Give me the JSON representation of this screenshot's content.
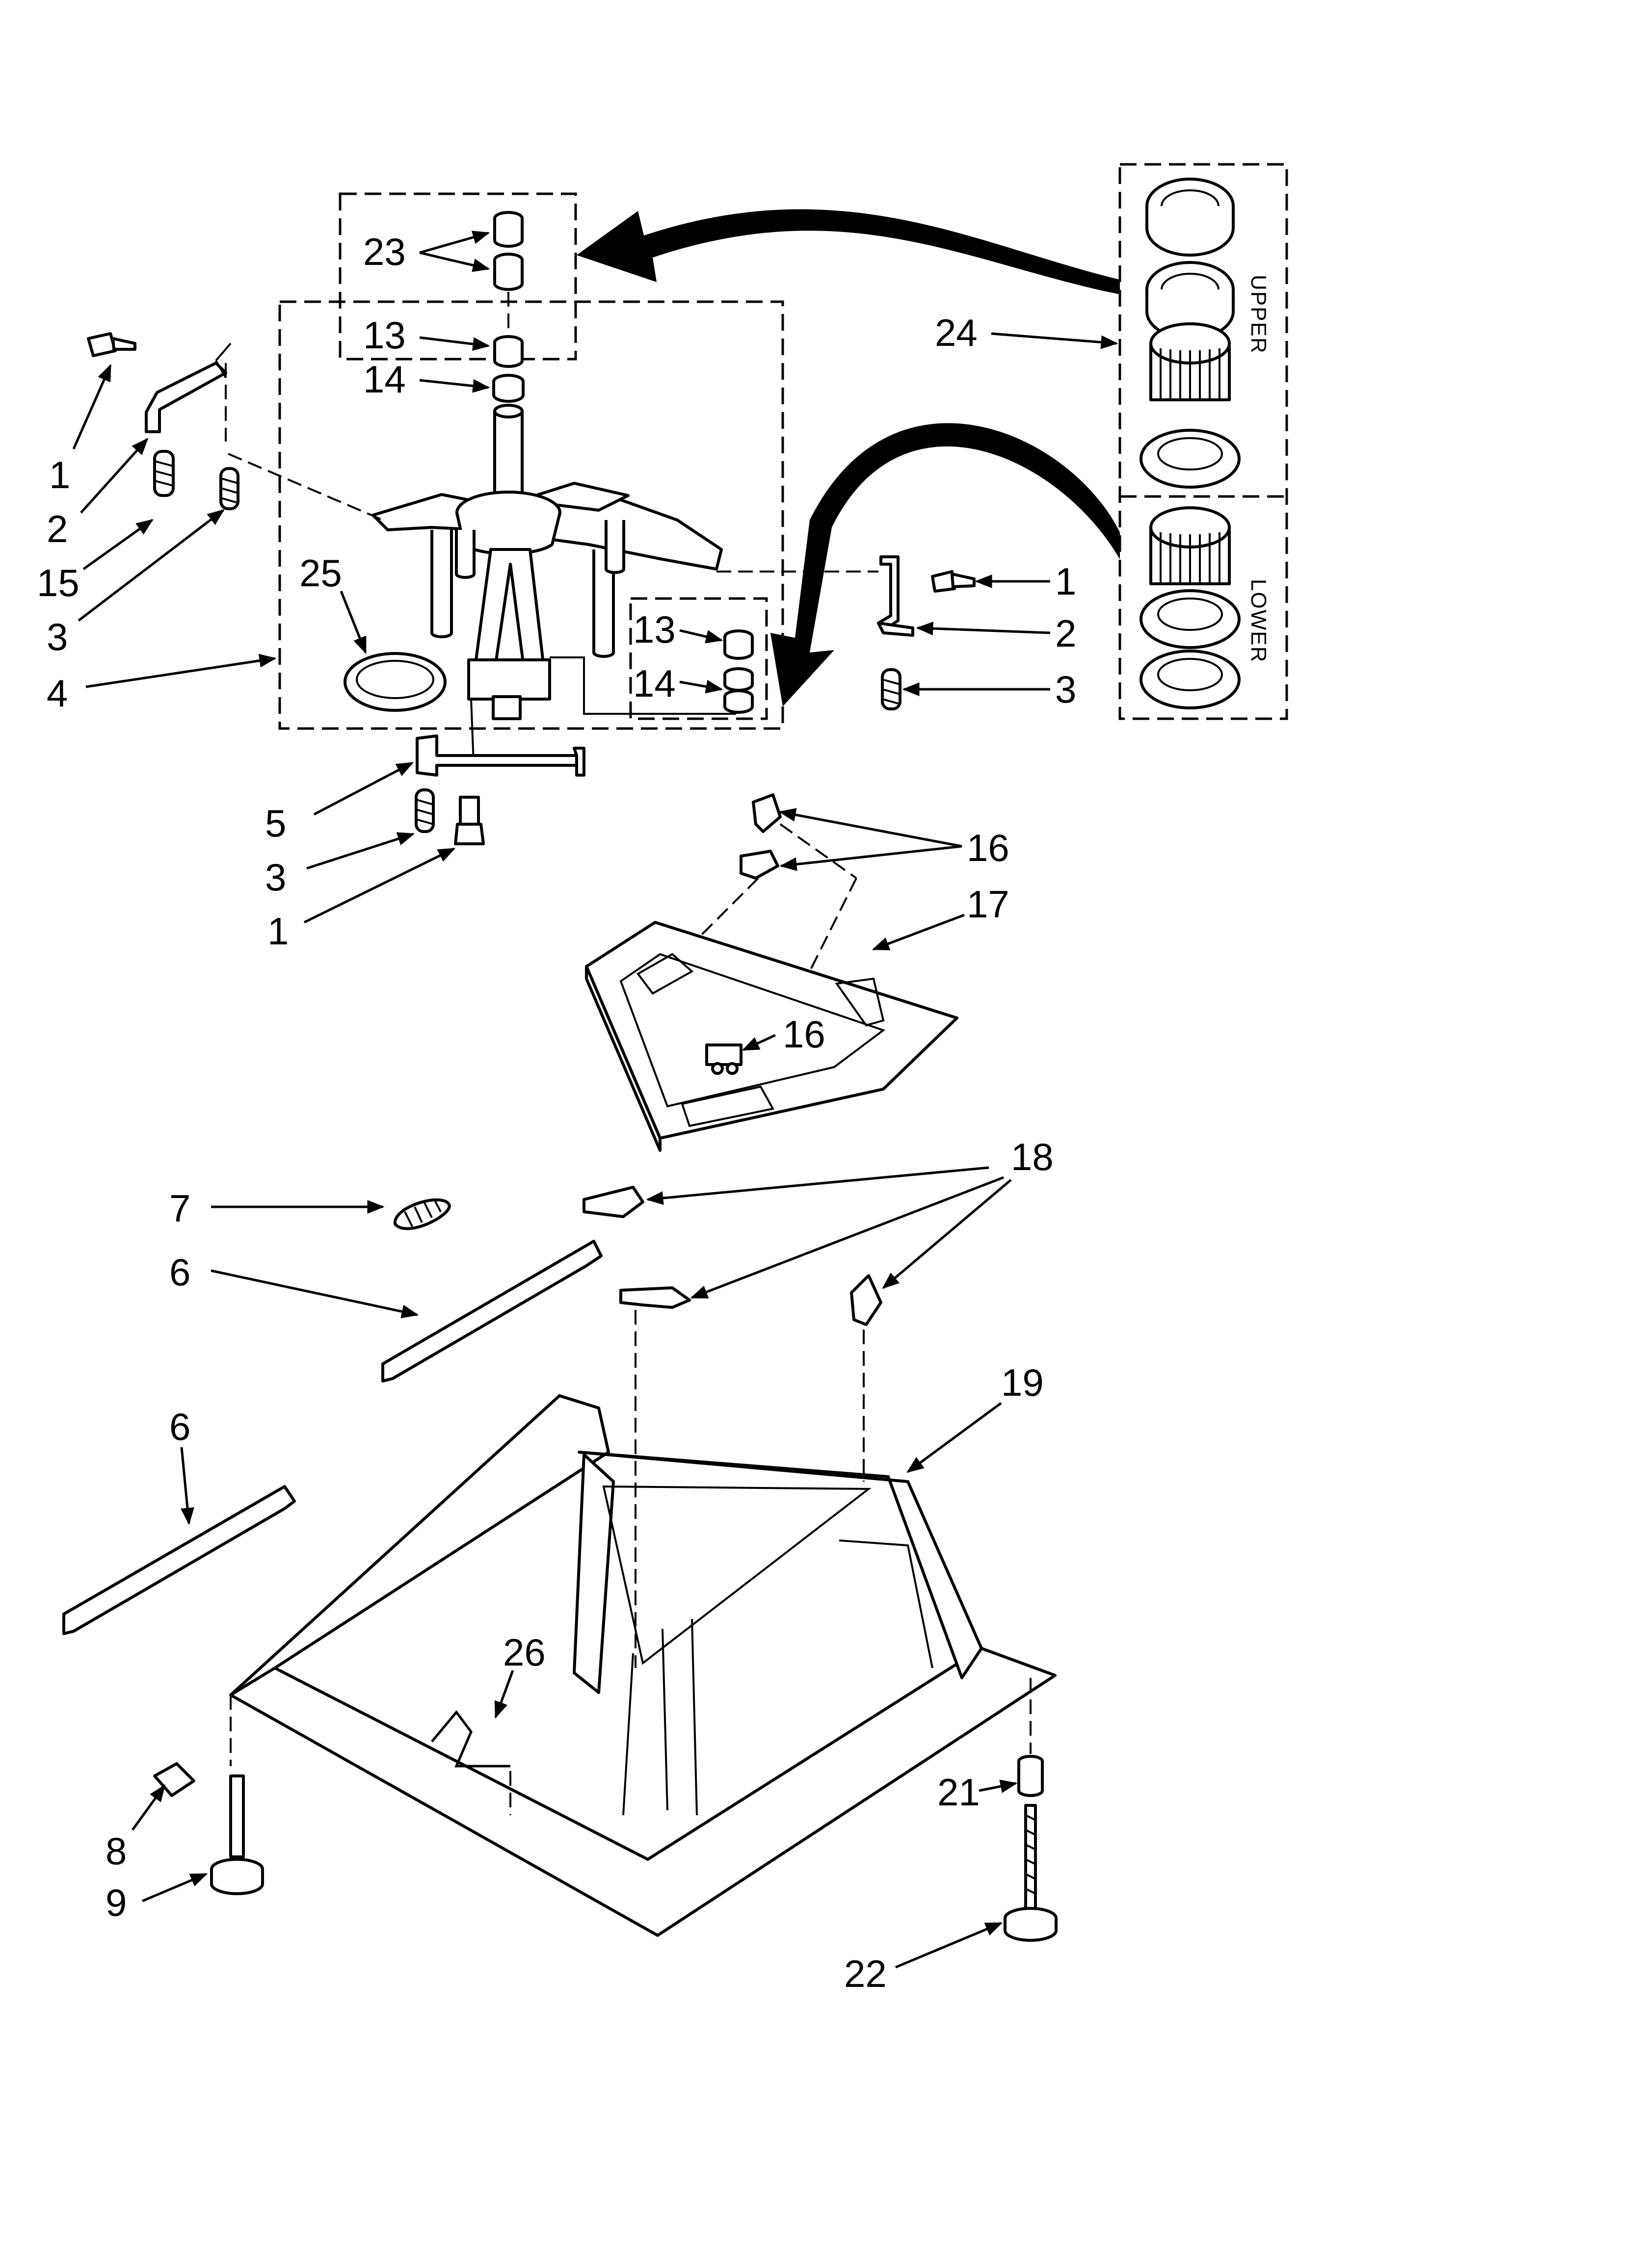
{
  "labels": {
    "l1a": "1",
    "l2a": "2",
    "l15": "15",
    "l3a": "3",
    "l4": "4",
    "l23": "23",
    "l13a": "13",
    "l14a": "14",
    "l25": "25",
    "l24": "24",
    "l13b": "13",
    "l14b": "14",
    "l1b": "1",
    "l2b": "2",
    "l3b": "3",
    "l5": "5",
    "l3c": "3",
    "l1c": "1",
    "l16a": "16",
    "l17": "17",
    "l16b": "16",
    "l7": "7",
    "l18": "18",
    "l6a": "6",
    "l6b": "6",
    "l19": "19",
    "l26": "26",
    "l21": "21",
    "l8": "8",
    "l9": "9",
    "l22": "22"
  },
  "kit": {
    "upper": "UPPER",
    "lower": "LOWER"
  }
}
